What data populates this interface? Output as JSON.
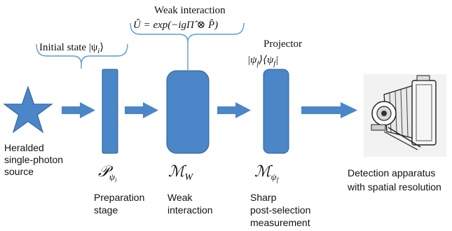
{
  "diagram": {
    "source": {
      "label_lines": [
        "Heralded",
        "single-photon",
        "source"
      ]
    },
    "preparation": {
      "bracket_label": "Initial state |ψ",
      "bracket_label_sub": "i",
      "bracket_label_end": "⟩",
      "operator": "𝒫",
      "operator_sub": "ψ",
      "operator_sub_sub": "i",
      "caption_lines": [
        "Preparation",
        "stage"
      ]
    },
    "weak": {
      "title": "Weak interaction",
      "formula": "Û = exp(−igΠ̂ ⊗ P̂)",
      "operator": "ℳ",
      "operator_sub": "W",
      "caption_lines": [
        "Weak",
        "interaction"
      ]
    },
    "projector": {
      "title": "Projector",
      "formula": "|ψ",
      "formula_sub1": "f",
      "formula_mid": "⟩⟨ψ",
      "formula_sub2": "f",
      "formula_end": "|",
      "operator": "ℳ",
      "operator_sub": "ψ",
      "operator_sub_sub": "f",
      "caption_lines": [
        "Sharp",
        "post-selection",
        "measurement"
      ]
    },
    "detector": {
      "caption_lines": [
        "Detection apparatus",
        "with spatial resolution"
      ]
    },
    "colors": {
      "element_fill": "#4a86c8",
      "element_stroke": "#2f5f97",
      "bracket": "#5b9bd5"
    }
  }
}
